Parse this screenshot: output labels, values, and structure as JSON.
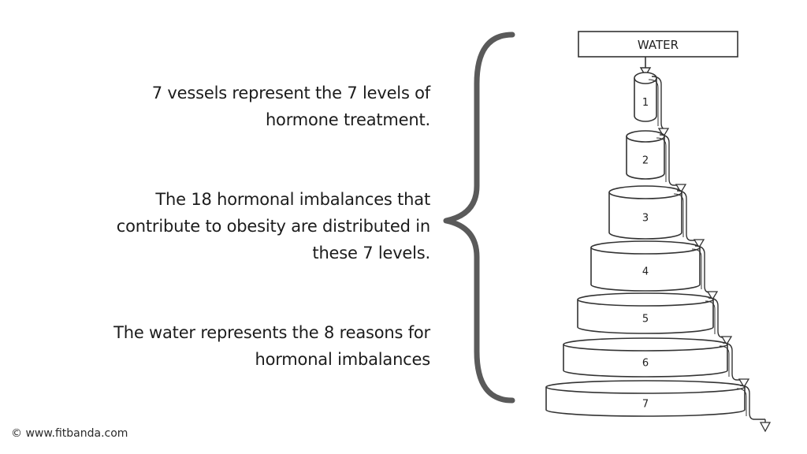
{
  "text_blocks": [
    [
      "7 vessels represent the 7 levels of",
      "hormone treatment."
    ],
    [
      "The 18 hormonal imbalances that",
      "contribute to obesity are distributed in",
      "these 7 levels."
    ],
    [
      "The water represents the 8 reasons for",
      "hormonal imbalances"
    ]
  ],
  "diagram": {
    "water_label": "WATER",
    "vessel_labels": [
      "1",
      "2",
      "3",
      "4",
      "5",
      "6",
      "7"
    ]
  },
  "credit": "© www.fitbanda.com",
  "colors": {
    "text": "#1c1c1c",
    "brace": "#5a5a5a",
    "diagram_stroke": "#333333",
    "background": "#ffffff"
  }
}
